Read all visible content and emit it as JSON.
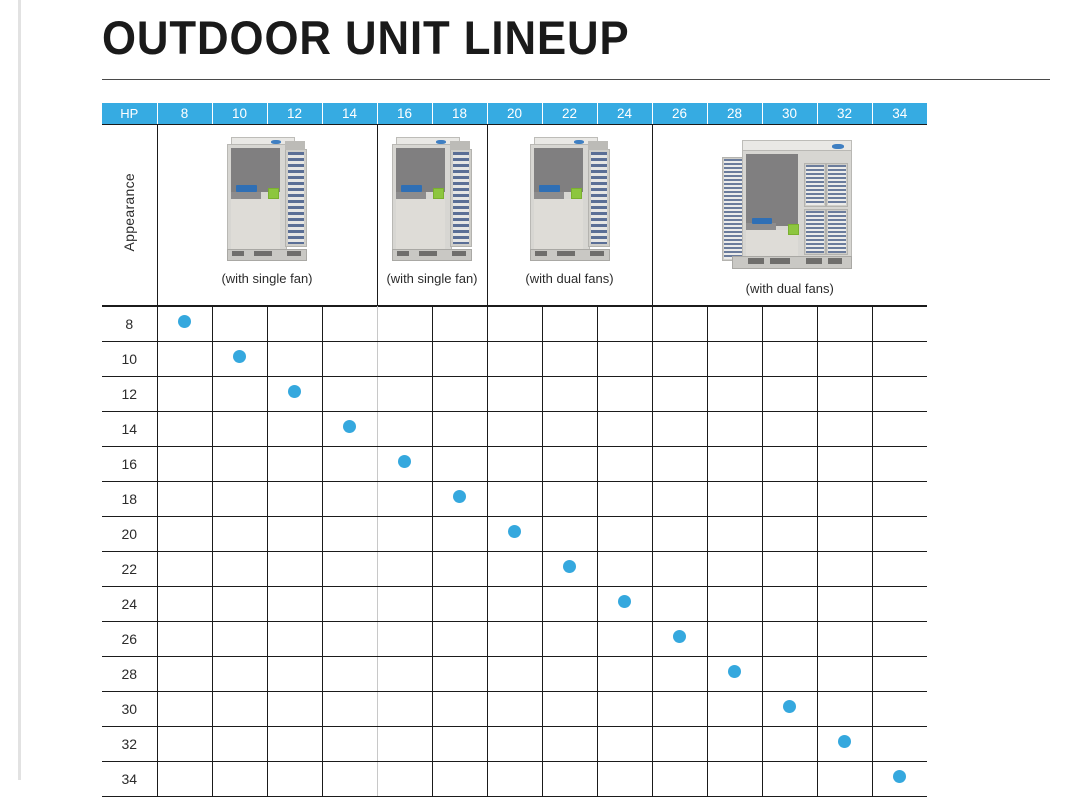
{
  "page": {
    "title": "OUTDOOR UNIT LINEUP"
  },
  "table": {
    "header": {
      "corner_label": "HP",
      "columns": [
        "8",
        "10",
        "12",
        "14",
        "16",
        "18",
        "20",
        "22",
        "24",
        "26",
        "28",
        "30",
        "32",
        "34"
      ]
    },
    "appearance_row": {
      "row_label": "Appearance",
      "groups": [
        {
          "caption": "(with single fan)",
          "span_columns": [
            "8",
            "10",
            "12",
            "14"
          ],
          "unit_type": "single-fan-unit"
        },
        {
          "caption": "(with single fan)",
          "span_columns": [
            "16",
            "18"
          ],
          "unit_type": "single-fan-unit"
        },
        {
          "caption": "(with dual fans)",
          "span_columns": [
            "20",
            "22",
            "24"
          ],
          "unit_type": "dual-fan-unit"
        },
        {
          "caption": "(with dual fans)",
          "span_columns": [
            "26",
            "28",
            "30",
            "32",
            "34"
          ],
          "unit_type": "large-dual-fan-unit"
        }
      ]
    },
    "rows": [
      "8",
      "10",
      "12",
      "14",
      "16",
      "18",
      "20",
      "22",
      "24",
      "26",
      "28",
      "30",
      "32",
      "34"
    ]
  },
  "chart_data": {
    "type": "scatter",
    "title": "OUTDOOR UNIT LINEUP",
    "xlabel": "HP",
    "ylabel": "HP",
    "categories": [
      "8",
      "10",
      "12",
      "14",
      "16",
      "18",
      "20",
      "22",
      "24",
      "26",
      "28",
      "30",
      "32",
      "34"
    ],
    "row_categories": [
      "8",
      "10",
      "12",
      "14",
      "16",
      "18",
      "20",
      "22",
      "24",
      "26",
      "28",
      "30",
      "32",
      "34"
    ],
    "marker_color": "#35A8DE",
    "header_color": "#36ABE2",
    "grid": true,
    "legend": "none",
    "points": [
      {
        "row": "8",
        "col": "8"
      },
      {
        "row": "10",
        "col": "10"
      },
      {
        "row": "12",
        "col": "12"
      },
      {
        "row": "14",
        "col": "14"
      },
      {
        "row": "16",
        "col": "16"
      },
      {
        "row": "18",
        "col": "18"
      },
      {
        "row": "20",
        "col": "20"
      },
      {
        "row": "22",
        "col": "22"
      },
      {
        "row": "24",
        "col": "24"
      },
      {
        "row": "26",
        "col": "26"
      },
      {
        "row": "28",
        "col": "28"
      },
      {
        "row": "30",
        "col": "30"
      },
      {
        "row": "32",
        "col": "32"
      },
      {
        "row": "34",
        "col": "34"
      }
    ]
  }
}
